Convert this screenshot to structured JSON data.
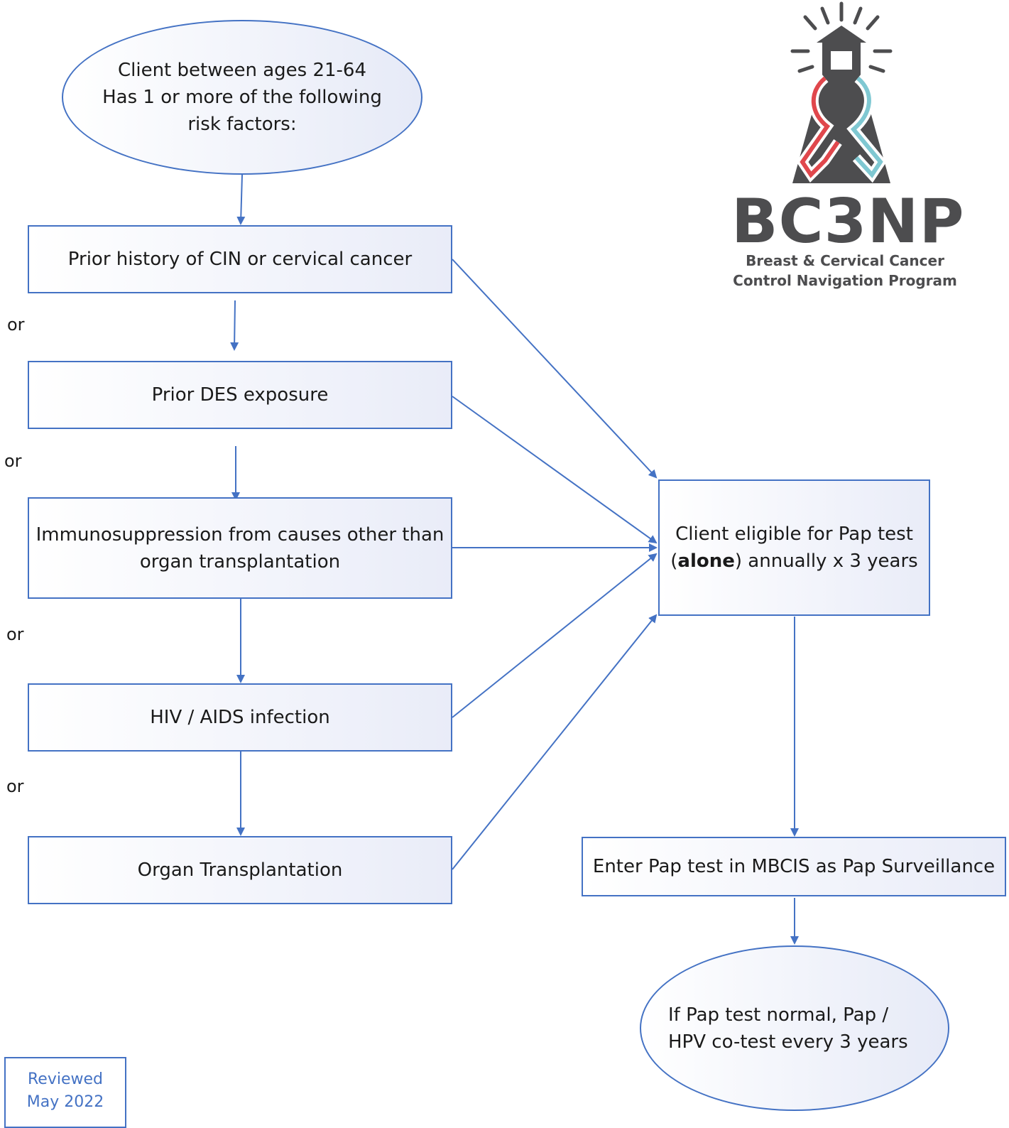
{
  "start": {
    "line1": "Client between ages 21-64",
    "line2": "Has 1 or more of the following",
    "line3": "risk factors:"
  },
  "risk_factors": {
    "cin": "Prior history of CIN or cervical cancer",
    "des": "Prior DES exposure",
    "immuno_line1": "Immunosuppression from causes other than",
    "immuno_line2": "organ transplantation",
    "hiv": "HIV / AIDS infection",
    "organ": "Organ Transplantation"
  },
  "connector_word": "or",
  "eligible": {
    "line1": "Client eligible for Pap test",
    "line2_open": "(",
    "line2_bold": "alone",
    "line2_rest": ") annually x 3 years"
  },
  "enter": "Enter Pap test in MBCIS as Pap Surveillance",
  "end": {
    "line1": "If Pap test normal, Pap /",
    "line2": "HPV co-test every 3 years"
  },
  "logo": {
    "wordmark": "BC3NP",
    "sub1": "Breast & Cervical Cancer",
    "sub2": "Control Navigation Program"
  },
  "reviewed": {
    "line1": "Reviewed",
    "line2": "May 2022"
  },
  "colors": {
    "accent_blue": "#4472c4",
    "logo_gray": "#4d4d4f",
    "ribbon_red": "#e0474c",
    "ribbon_teal": "#7fc8d2"
  }
}
